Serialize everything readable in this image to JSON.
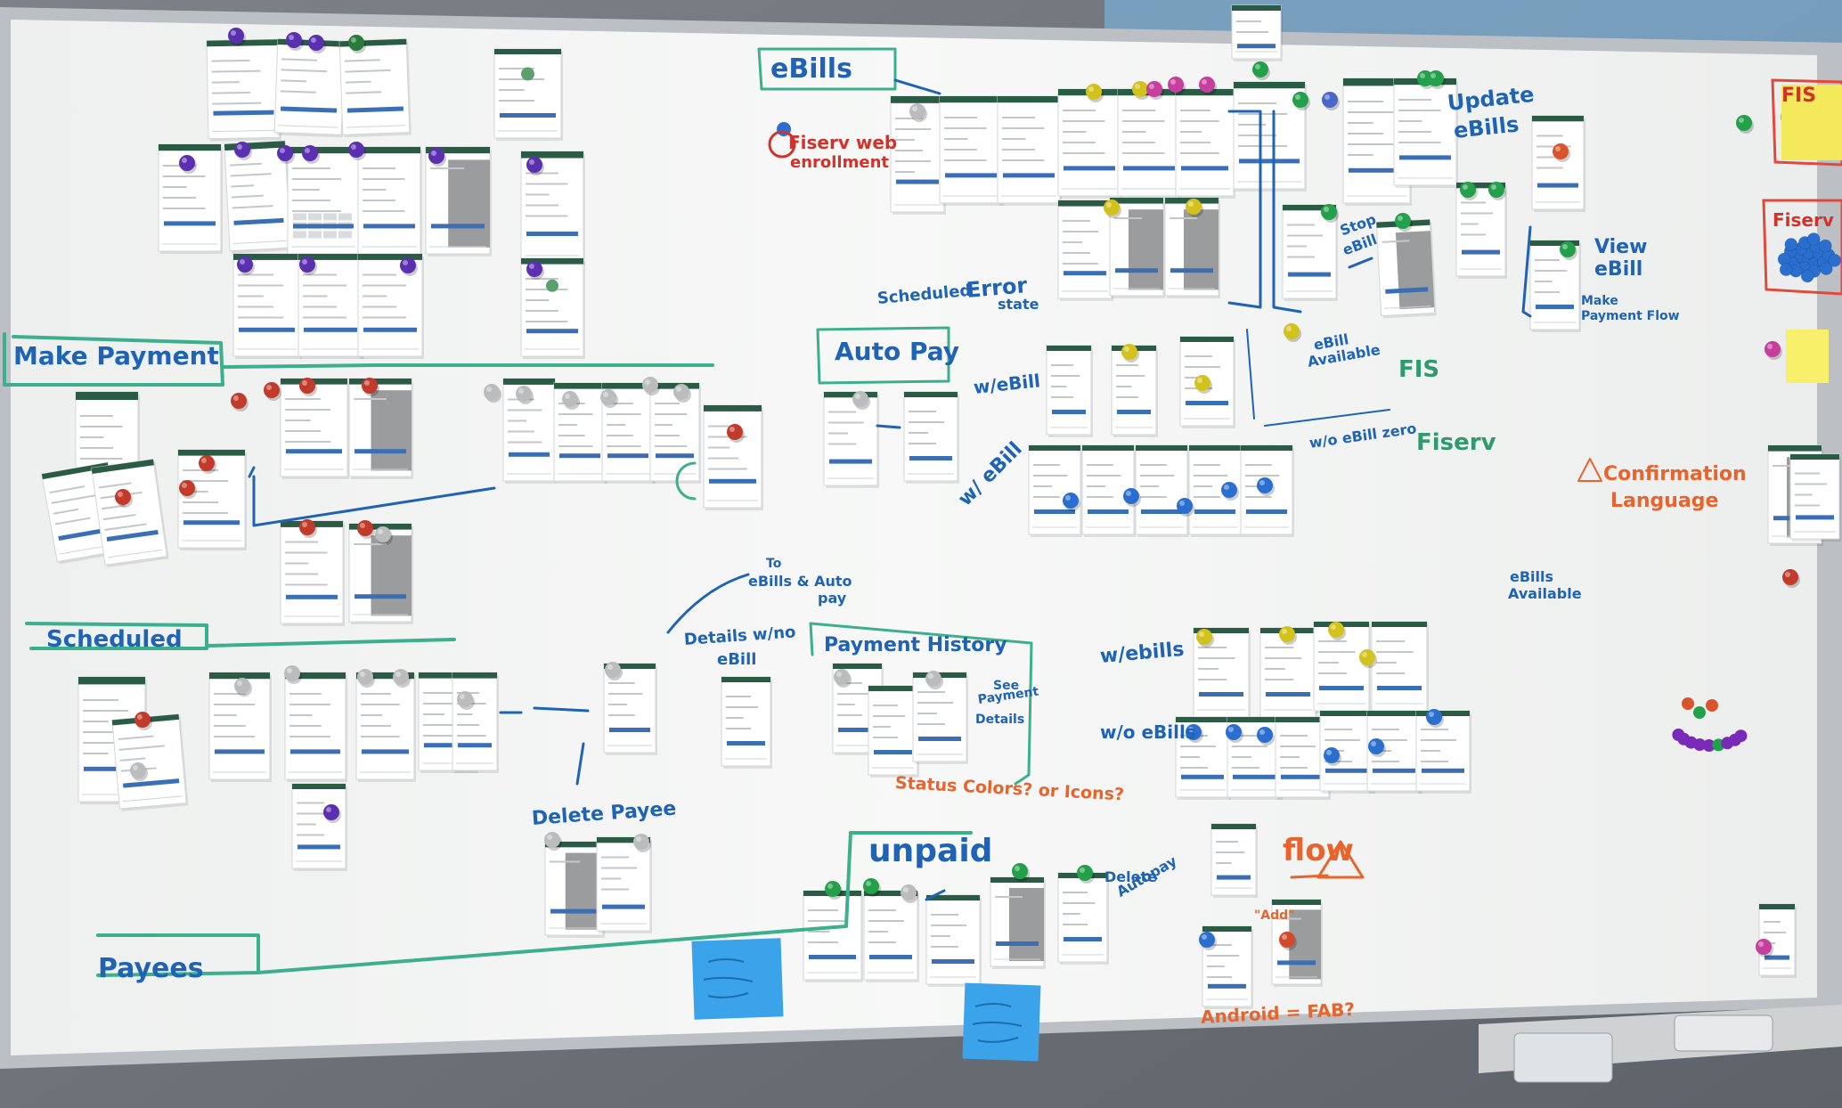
{
  "colors": {
    "whiteboard": "#f2f4f3",
    "frame": "#b9bcc0",
    "wall": "#6f747b",
    "marker_blue": "#1f63b5",
    "marker_green": "#39b08a",
    "marker_red": "#d1322b",
    "marker_orange": "#e8642c",
    "app_header": "#2a5b45",
    "sticky_blue": "#3aa3ea",
    "sticky_yellow": "#f8ef6a"
  },
  "labels": {
    "ebills": "eBills",
    "fiserv_web_1": "Fiserv web",
    "fiserv_web_2": "enrollment",
    "update_ebills_1": "Update",
    "update_ebills_2": "eBills",
    "stop_ebill_1": "Stop",
    "stop_ebill_2": "eBill",
    "view_ebill_1": "View",
    "view_ebill_2": "eBill",
    "make_payment_flow_1": "Make",
    "make_payment_flow_2": "Payment Flow",
    "scheduled_small": "Scheduled",
    "error_state_1": "Error",
    "error_state_2": "state",
    "make_payment": "Make Payment",
    "auto_pay": "Auto Pay",
    "w_ebill": "w/eBill",
    "w_ebill_2": "w/ eBill",
    "ebill_available_1": "eBill",
    "ebill_available_2": "Available",
    "fis_side": "FIS",
    "fiserv_side": "Fiserv",
    "wo_ebill_zero": "w/o eBill zero",
    "confirmation_1": "Confirmation",
    "confirmation_2": "Language",
    "ebills_available_1": "eBills",
    "ebills_available_2": "Available",
    "scheduled": "Scheduled",
    "to_ebills_1": "To",
    "to_ebills_2": "eBills & Auto",
    "to_ebills_3": "pay",
    "details_1": "Details w/no",
    "details_2": "eBill",
    "payment_history": "Payment History",
    "see_payment_1": "See",
    "see_payment_2": "Payment",
    "see_payment_3": "Details",
    "status_colors": "Status Colors? or Icons?",
    "w_ebills": "w/ebills",
    "wo_ebills": "w/o eBills",
    "delete_payee": "Delete Payee",
    "unpaid": "unpaid",
    "delete_autopay_1": "Delete",
    "delete_autopay_2": "Autopay",
    "flow": "flow",
    "payees": "Payees",
    "android_fab": "Android = FAB?",
    "add": "\"Add\"",
    "legend_fis": "FIS",
    "legend_fiserv": "Fiserv"
  }
}
